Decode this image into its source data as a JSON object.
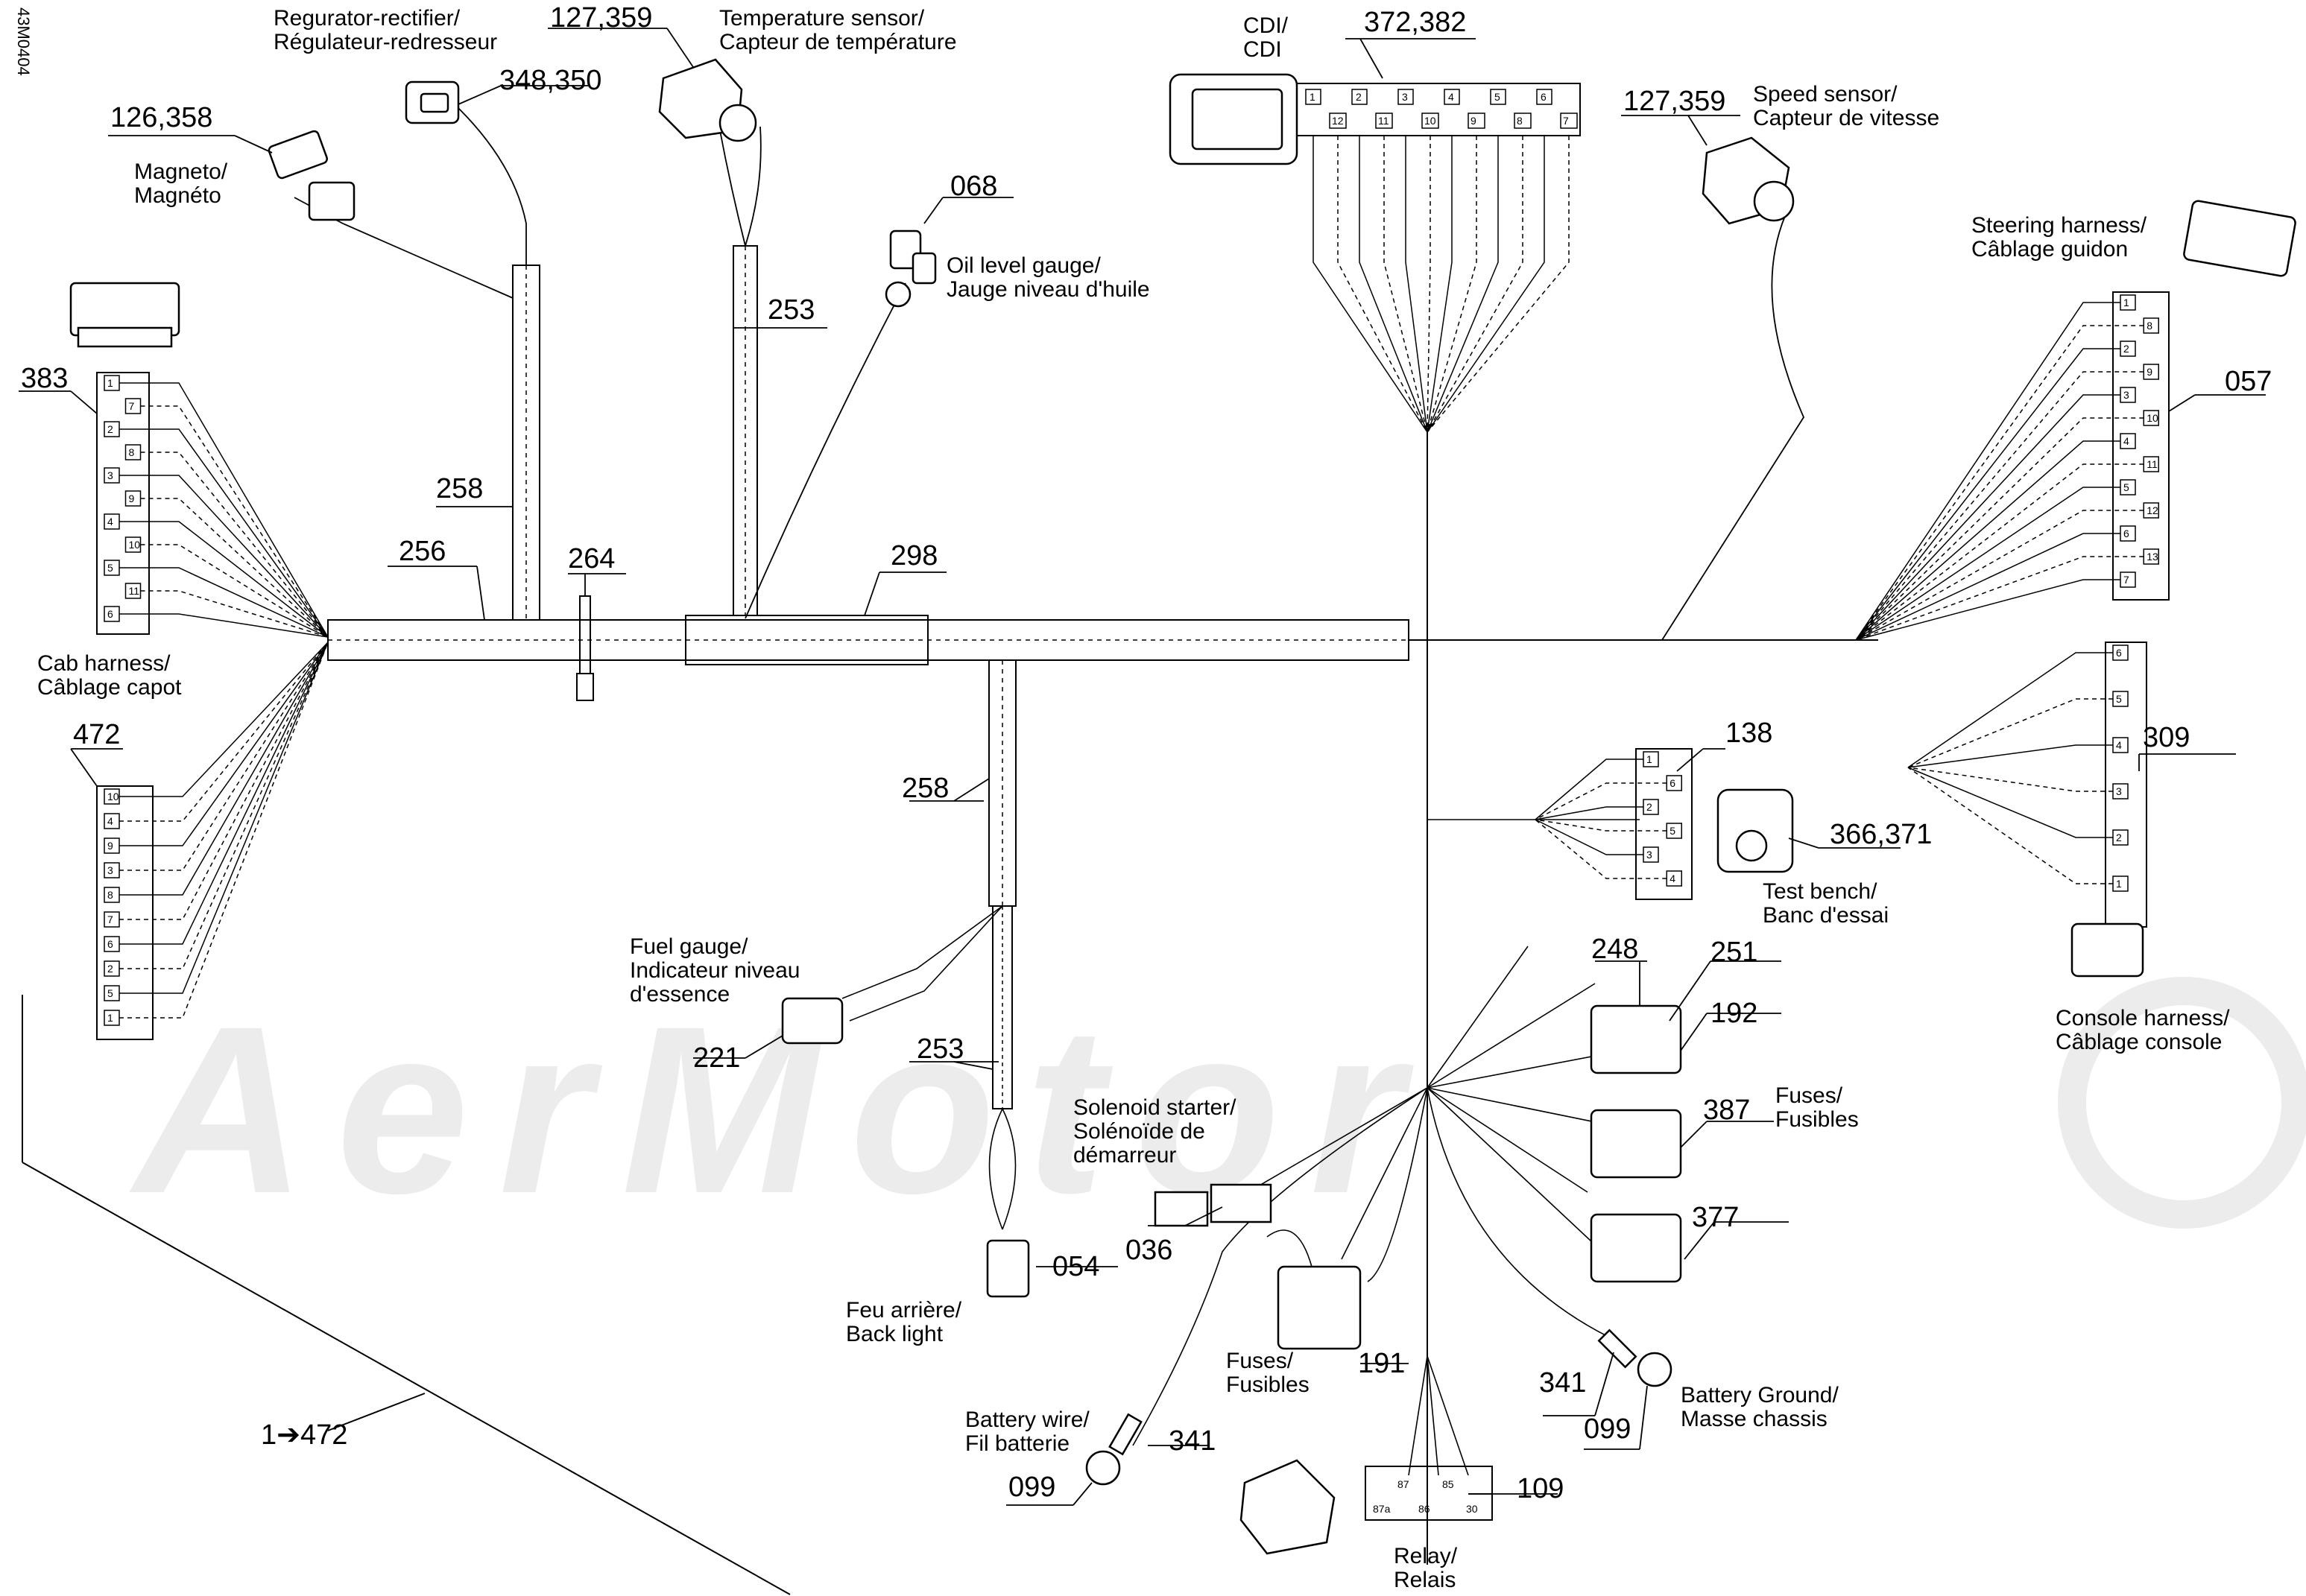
{
  "diagram_id": "43M0404",
  "watermark": "AerMotor",
  "components": {
    "regulator": {
      "ref": "348,350",
      "label1": "Regurator-rectifier/",
      "label2": "Régulateur-redresseur"
    },
    "temp_sensor": {
      "ref": "127,359",
      "label1": "Temperature sensor/",
      "label2": "Capteur de température"
    },
    "magneto": {
      "ref": "126,358",
      "label1": "Magneto/",
      "label2": "Magnéto"
    },
    "oil_gauge": {
      "ref": "068",
      "label1": "Oil level gauge/",
      "label2": "Jauge niveau d'huile"
    },
    "cdi": {
      "ref": "372,382",
      "label1": "CDI/",
      "label2": "CDI"
    },
    "speed_sensor": {
      "ref": "127,359",
      "label1": "Speed sensor/",
      "label2": "Capteur de vitesse"
    },
    "steering_harness": {
      "ref": "057",
      "label1": "Steering harness/",
      "label2": "Câblage guidon"
    },
    "cab_harness": {
      "ref": "383",
      "ref2": "472",
      "label1": "Cab harness/",
      "label2": "Câblage capot"
    },
    "test_bench": {
      "ref": "138",
      "ref2": "366,371",
      "label1": "Test bench/",
      "label2": "Banc d'essai"
    },
    "console_harness": {
      "ref": "309",
      "label1": "Console harness/",
      "label2": "Câblage console"
    },
    "fuel_gauge": {
      "ref": "221",
      "label1": "Fuel gauge/",
      "label2": "Indicateur niveau",
      "label3": "d'essence"
    },
    "back_light": {
      "ref": "054",
      "label1": "Feu arrière/",
      "label2": "Back light"
    },
    "solenoid": {
      "ref": "036",
      "label1": "Solenoid starter/",
      "label2": "Solénoïde de",
      "label3": "démarreur"
    },
    "fuses_a": {
      "ref": "191",
      "label1": "Fuses/",
      "label2": "Fusibles"
    },
    "fuses_b": {
      "ref": "387",
      "ref2": "192",
      "ref3": "248",
      "ref4": "251",
      "ref5": "377",
      "label1": "Fuses/",
      "label2": "Fusibles"
    },
    "battery_wire": {
      "ref": "341",
      "ref2": "099",
      "label1": "Battery wire/",
      "label2": "Fil batterie"
    },
    "battery_ground": {
      "ref": "341",
      "ref2": "099",
      "label1": "Battery Ground/",
      "label2": "Masse chassis"
    },
    "relay": {
      "ref": "109",
      "label1": "Relay/",
      "label2": "Relais",
      "pins": [
        "87",
        "85",
        "87a",
        "86",
        "30"
      ]
    }
  },
  "harness_refs": {
    "r256": "256",
    "r258a": "258",
    "r258b": "258",
    "r253a": "253",
    "r253b": "253",
    "r264": "264",
    "r298": "298"
  },
  "range_label": "1➔472",
  "cdi_pins_top": [
    "1",
    "2",
    "3",
    "4",
    "5",
    "6"
  ],
  "cdi_pins_bottom": [
    "12",
    "11",
    "10",
    "9",
    "8",
    "7"
  ],
  "c383_pins": [
    "1",
    "7",
    "2",
    "8",
    "3",
    "9",
    "4",
    "10",
    "5",
    "11",
    "6"
  ],
  "c472_pins": [
    "10",
    "4",
    "9",
    "3",
    "8",
    "7",
    "6",
    "2",
    "5",
    "1"
  ],
  "c057_pins": [
    "1",
    "8",
    "2",
    "9",
    "3",
    "10",
    "4",
    "11",
    "5",
    "12",
    "6",
    "13",
    "7"
  ],
  "c309_pins": [
    "6",
    "5",
    "4",
    "3",
    "2",
    "1"
  ],
  "c138_pins": [
    "1",
    "6",
    "2",
    "5",
    "3",
    "4"
  ]
}
